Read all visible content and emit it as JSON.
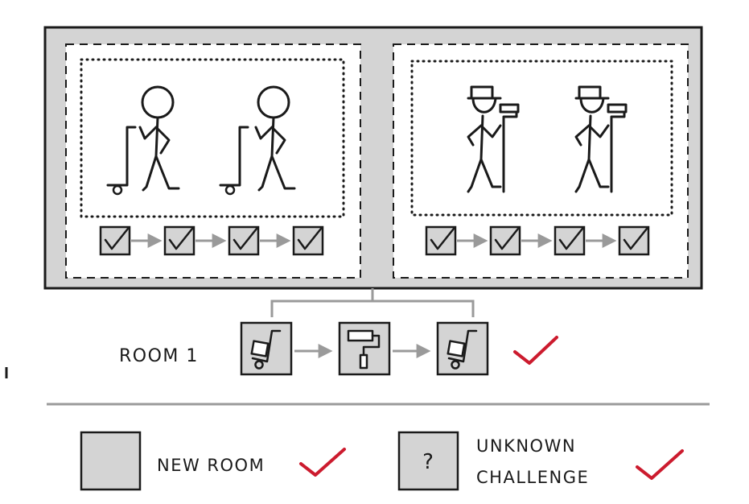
{
  "colors": {
    "panel_gray": "#d4d4d4",
    "line_gray": "#9a9a9a",
    "ink": "#1a1a1a",
    "check_red": "#cc1b2e"
  },
  "main_diagram": {
    "left_team": {
      "workers": "two movers with hand trucks",
      "tasks_completed": 4
    },
    "right_team": {
      "workers": "two painters with paint rollers",
      "tasks_completed": 4
    }
  },
  "room_sequence": {
    "label": "ROOM 1",
    "steps": [
      {
        "icon": "hand-truck-icon"
      },
      {
        "icon": "paint-roller-icon"
      },
      {
        "icon": "hand-truck-icon"
      }
    ],
    "status": "check-mark"
  },
  "legend": [
    {
      "swatch": "plain",
      "label_lines": [
        "NEW ROOM"
      ],
      "status": "check-mark"
    },
    {
      "swatch": "?",
      "label_lines": [
        "UNKNOWN",
        "CHALLENGE"
      ],
      "status": "check-mark"
    }
  ]
}
